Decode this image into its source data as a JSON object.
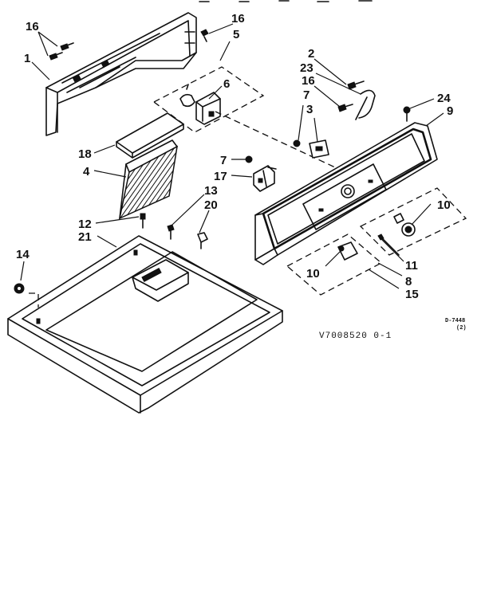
{
  "drawing_code": "V7008520 0-1",
  "sheet_code": "D-7448",
  "sheet_sub": "(2)",
  "callouts": {
    "c16a": "16",
    "c1": "1",
    "c16b": "16",
    "c5": "5",
    "c6": "6",
    "c2": "2",
    "c23": "23",
    "c16c": "16",
    "c7a": "7",
    "c3": "3",
    "c24": "24",
    "c9": "9",
    "c18": "18",
    "c4": "4",
    "c7b": "7",
    "c17": "17",
    "c13": "13",
    "c20": "20",
    "c12": "12",
    "c21": "21",
    "c10a": "10",
    "c11": "11",
    "c14": "14",
    "c10b": "10",
    "c8": "8",
    "c15": "15"
  }
}
